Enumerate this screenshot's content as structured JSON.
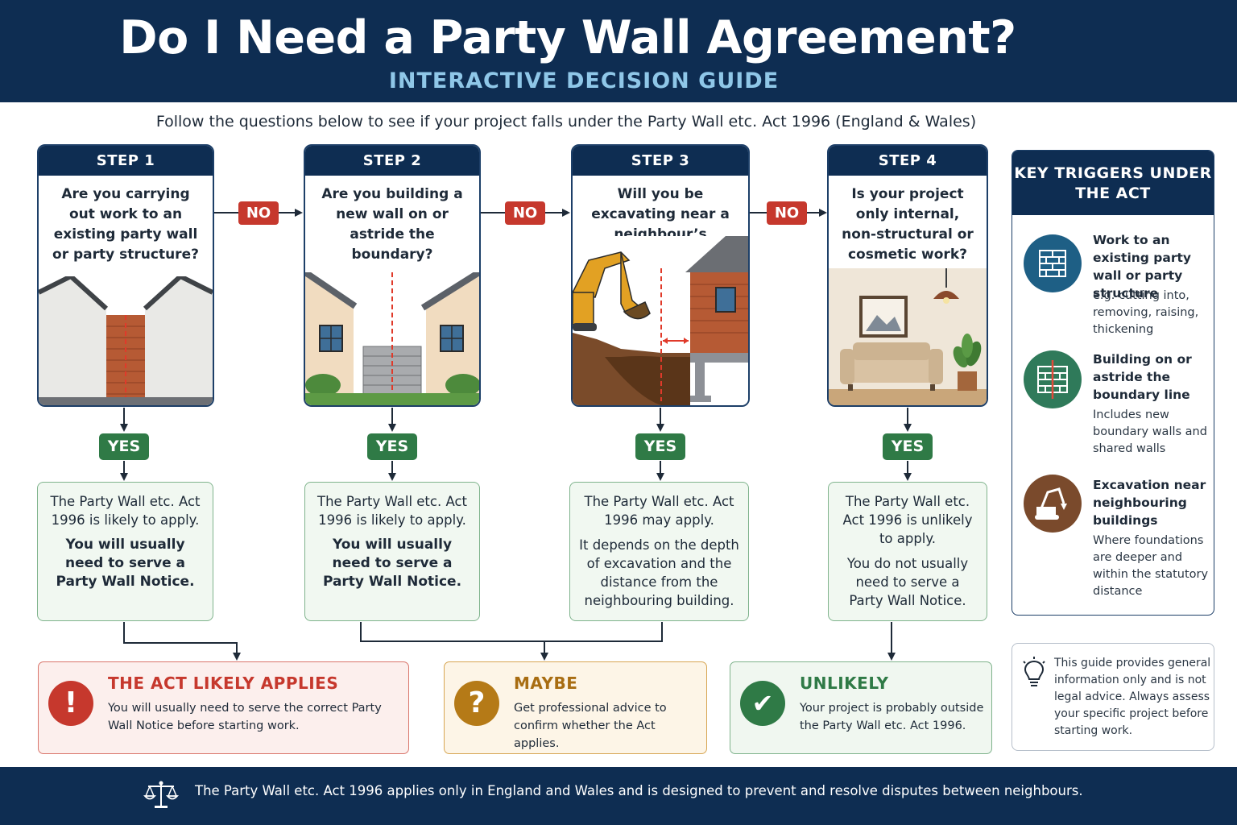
{
  "header": {
    "title": "Do I Need a Party Wall Agreement?",
    "subtitle": "INTERACTIVE DECISION GUIDE"
  },
  "intro": "Follow the questions below to see if your project falls under the Party Wall etc. Act 1996 (England & Wales)",
  "connectors": {
    "no_label": "NO",
    "yes_label": "YES"
  },
  "steps": [
    {
      "label": "STEP 1",
      "question": "Are you carrying out work to an existing party wall or party structure?",
      "outcome_line1": "The Party Wall etc. Act 1996 is likely to apply.",
      "outcome_line2": "You will usually need to serve a Party Wall Notice."
    },
    {
      "label": "STEP 2",
      "question": "Are you building a new wall on or astride the boundary?",
      "outcome_line1": "The Party Wall etc. Act 1996 is likely to apply.",
      "outcome_line2": "You will usually need to serve a Party Wall Notice."
    },
    {
      "label": "STEP 3",
      "question": "Will you be excavating near a neighbour’s building?",
      "outcome_line1": "The Party Wall etc. Act 1996 may apply.",
      "outcome_line2": "It depends on the depth of excavation and the distance from the neighbouring building."
    },
    {
      "label": "STEP 4",
      "question": "Is your project only internal, non-structural or cosmetic work?",
      "outcome_line1": "The Party Wall etc. Act 1996 is unlikely to apply.",
      "outcome_line2": "You do not usually need to serve a Party Wall Notice."
    }
  ],
  "results": [
    {
      "title": "THE ACT LIKELY APPLIES",
      "text": "You will usually need to serve the correct Party Wall Notice before starting work.",
      "icon": "exclamation-icon",
      "color": "#c6382d"
    },
    {
      "title": "MAYBE",
      "text": "Get professional advice to confirm whether the Act applies.",
      "icon": "question-icon",
      "color": "#b57a17"
    },
    {
      "title": "UNLIKELY",
      "text": "Your project is probably outside the Party Wall etc. Act 1996.",
      "icon": "check-icon",
      "color": "#2f7a46"
    }
  ],
  "key_triggers": {
    "title": "KEY TRIGGERS UNDER THE ACT",
    "items": [
      {
        "title": "Work to an existing party wall or party structure",
        "desc": "e.g. cutting into, removing, raising, thickening",
        "icon": "brick-wall-icon",
        "color": "#1e5f85"
      },
      {
        "title": "Building on or astride the boundary line",
        "desc": "Includes new boundary walls and shared walls",
        "icon": "boundary-wall-icon",
        "color": "#2f7a5a"
      },
      {
        "title": "Excavation near neighbouring buildings",
        "desc": "Where foundations are deeper and within the statutory distance",
        "icon": "excavator-icon",
        "color": "#7a4a2c"
      }
    ]
  },
  "note": "This guide provides general information only and is not legal advice. Always assess your specific project before starting work.",
  "footer": "The Party Wall etc. Act 1996 applies only in England and Wales and is designed to prevent and resolve disputes between neighbours.",
  "colors": {
    "navy": "#0e2d52",
    "no_red": "#c6382d",
    "yes_green": "#2f7a46",
    "maybe_amber": "#b57a17"
  }
}
